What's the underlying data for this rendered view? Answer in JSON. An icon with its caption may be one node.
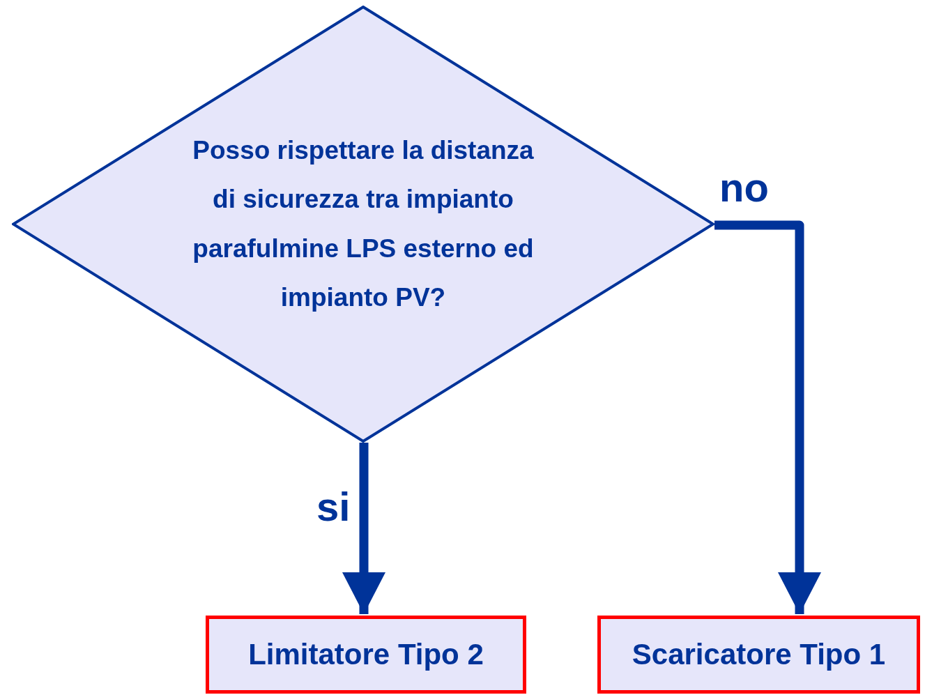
{
  "diagram": {
    "nodes": [
      {
        "text": [
          "Posso rispettare la distanza di sicurezza tra impianto parafulmine LPS esterno ed impianto PV?"
        ]
      },
      {
        "text": [
          "Limitatore Tipo 2"
        ]
      },
      {
        "text": [
          "Scaricatore Tipo 1"
        ]
      }
    ],
    "edges": [
      {
        "from": 0,
        "to": 1,
        "arrow": "to",
        "label": "si"
      },
      {
        "from": 0,
        "to": 2,
        "arrow": "to",
        "label": "no"
      }
    ]
  }
}
